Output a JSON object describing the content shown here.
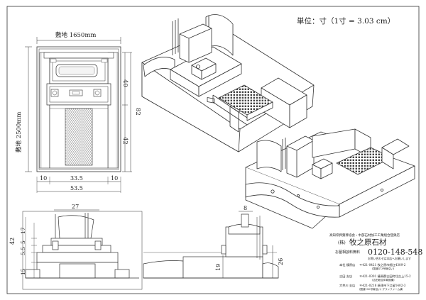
{
  "unit_note": "単位：寸（1寸 = 3.03 cm）",
  "front": {
    "width_label": "敷地 1650mm",
    "depth_label": "敷地 2500mm",
    "dims": {
      "d40": "40",
      "d82": "82",
      "d42": "42",
      "b10a": "10",
      "b335": "33.5",
      "b10b": "10",
      "b535": "53.5"
    }
  },
  "section": {
    "d27": "27",
    "d17": "17",
    "d42": "42",
    "d5a": "5",
    "d55": "5.5",
    "d15": "15"
  },
  "side": {
    "d8": "8",
    "d19": "19",
    "d26": "26"
  },
  "company": {
    "cert": "高知県葬賀葬協会・中部石材加工工業組合登録店",
    "logo_mark": "(株)",
    "name": "牧之原石材",
    "phone_label": "お墓相談料無料",
    "phone": "0120-148-548",
    "phone_note": "お問い合わせは本店へお願いします",
    "branches": [
      {
        "name": "本社 榛原店",
        "address": "〒421-0421 牧之原市細江4309-2",
        "note": "(国道473号線沿い)"
      },
      {
        "name": "吉田 支店",
        "address": "〒421-0301 榛原郡吉田町住吉上15-2",
        "note": "(吉田総合体育館横)"
      },
      {
        "name": "大井川 支店",
        "address": "〒421-0218 焼津市下江留1402-3",
        "note": "(国道150号線沿い) グランファーム横"
      }
    ]
  }
}
